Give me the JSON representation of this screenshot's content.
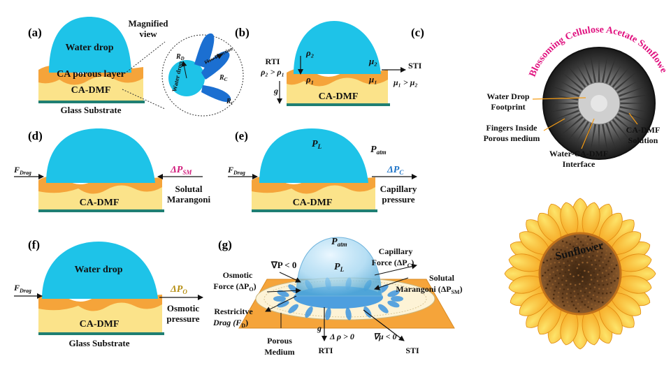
{
  "panels": {
    "a": "(a)",
    "b": "(b)",
    "c": "(c)",
    "d": "(d)",
    "e": "(e)",
    "f": "(f)",
    "g": "(g)"
  },
  "a": {
    "water_drop": "Water drop",
    "porous_layer": "CA porous layer",
    "ca_dmf": "CA-DMF",
    "substrate": "Glass Substrate",
    "magnified_1": "Magnified",
    "magnified_2": "view",
    "circle_water_drop": "Water drop",
    "flow_direction": "Flow Direction",
    "r_d": "R",
    "r_d_sub": "D",
    "r_c": "R",
    "r_c_sub": "C",
    "r_t": "R",
    "r_t_sub": "t"
  },
  "b": {
    "rti": "RTI",
    "rho_rel": "ρ₂ > ρ₁",
    "rho2": "ρ₂",
    "rho1": "ρ₁",
    "mu2": "μ₂",
    "mu1": "μ₁",
    "sti": "STI",
    "mu_rel": "μ₁ > μ₂",
    "g": "g",
    "ca_dmf": "CA-DMF"
  },
  "c": {
    "arc_title": "Blossoming Cellulose Acetate Sunflower",
    "footprint_1": "Water Drop",
    "footprint_2": "Footprint",
    "fingers_1": "Fingers Inside",
    "fingers_2": "Porous medium",
    "interface_1": "Water-CA-DMF",
    "interface_2": "Interface",
    "solution_1": "CA-DMF",
    "solution_2": "Solution"
  },
  "d": {
    "f_drag": "F",
    "f_drag_sub": "Drag",
    "delta_p": "ΔP",
    "delta_p_sub": "SM",
    "label_1": "Solutal",
    "label_2": "Marangoni",
    "ca_dmf": "CA-DMF"
  },
  "e": {
    "f_drag": "F",
    "f_drag_sub": "Drag",
    "p_l": "P",
    "p_l_sub": "L",
    "p_atm": "P",
    "p_atm_sub": "atm",
    "delta_p": "ΔP",
    "delta_p_sub": "C",
    "label_1": "Capillary",
    "label_2": "pressure",
    "ca_dmf": "CA-DMF"
  },
  "f": {
    "f_drag": "F",
    "f_drag_sub": "Drag",
    "water_drop": "Water drop",
    "delta_p": "ΔP",
    "delta_p_sub": "O",
    "label_1": "Osmotic",
    "label_2": "pressure",
    "ca_dmf": "CA-DMF",
    "substrate": "Glass Substrate"
  },
  "g": {
    "p_atm": "P",
    "p_atm_sub": "atm",
    "p_l": "P",
    "p_l_sub": "L",
    "grad_p": "∇P < 0",
    "capillary_1": "Capillary",
    "capillary_2": "Force (ΔP",
    "capillary_sub": "C",
    "capillary_end": ")",
    "osmotic_1": "Osmotic",
    "osmotic_2": "Force (ΔP",
    "osmotic_sub": "O",
    "osmotic_end": ")",
    "solutal_1": "Solutal",
    "solutal_2": "Marangoni (ΔP",
    "solutal_sub": "SM",
    "solutal_end": ")",
    "drag_1": "Restricitve",
    "drag_2": "Drag (F",
    "drag_sub": "D",
    "drag_end": ")",
    "g": "g",
    "delta_rho": "Δ ρ > 0",
    "porous_1": "Porous",
    "porous_2": "Medium",
    "rti": "RTI",
    "grad_mu": "∇μ < 0",
    "sti": "STI"
  },
  "sunflower": {
    "label": "Sunflower"
  },
  "colors": {
    "drop": "#1ec3e8",
    "porous": "#f5a43a",
    "ca_dmf": "#fbe38a",
    "substrate": "#1f7f73",
    "blue": "#1b6fd1",
    "magenta": "#e0117f",
    "petal": "#f7c31f",
    "petal_edge": "#f59c15",
    "center": "#5a3a1a",
    "delta_p_sm": "#d0197a",
    "delta_p_c": "#1e74c8",
    "delta_p_o": "#b58e12"
  }
}
